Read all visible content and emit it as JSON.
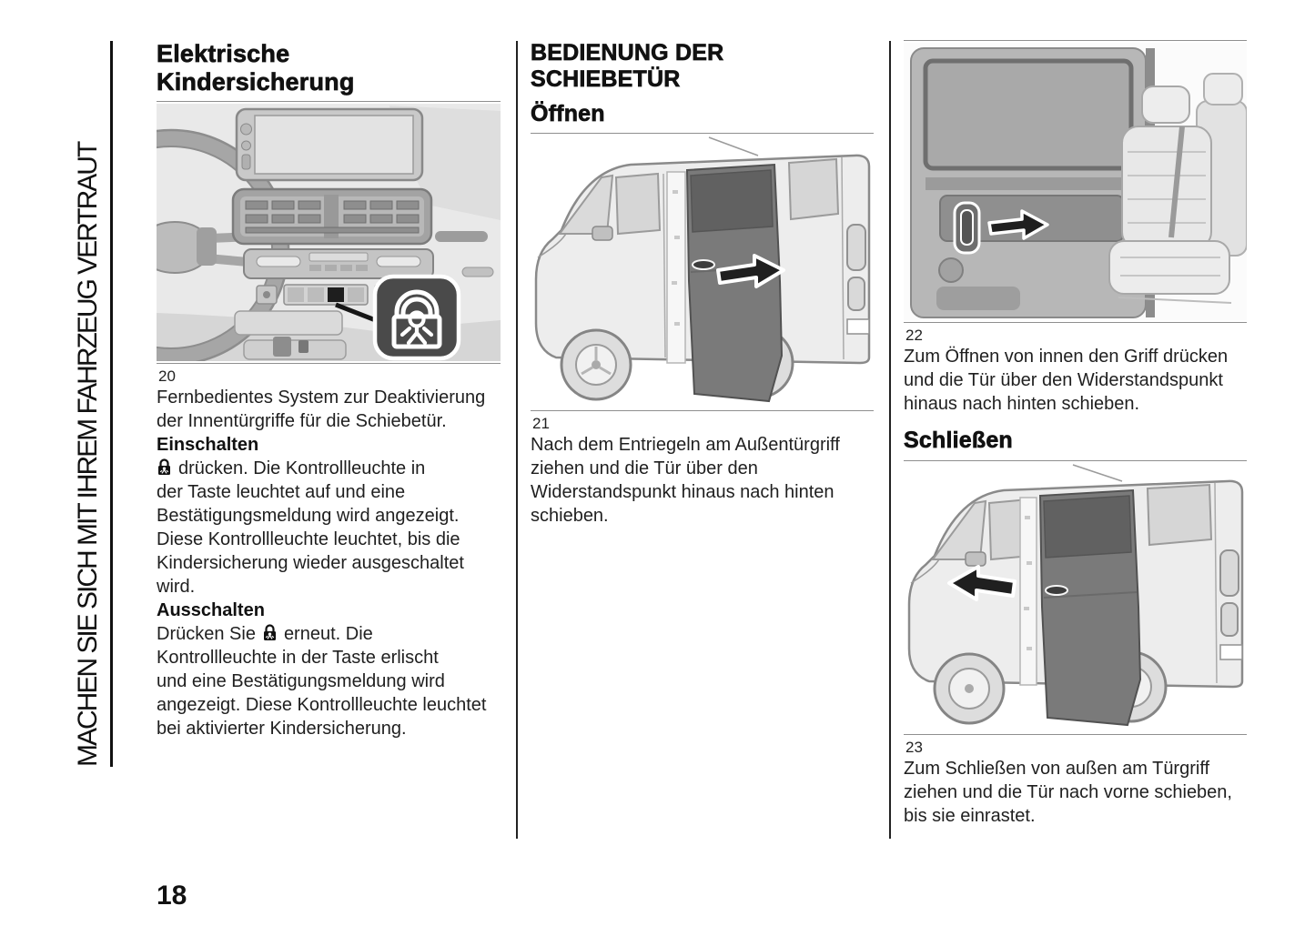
{
  "page": {
    "number": "18",
    "sidebar_title": "MACHEN SIE SICH MIT IHREM FAHRZEUG VERTRAUT"
  },
  "colors": {
    "text": "#1f1f1f",
    "figure_rule": "#8f8f8f",
    "callout_background": "#4a4a4a",
    "sliding_door": "#7a7a7a"
  },
  "icons": {
    "child_lock": "child-lock-icon",
    "open_direction_arrow": "arrow-rearward-icon",
    "close_direction_arrow": "arrow-forward-icon"
  },
  "col1": {
    "title": "Elektrische\nKindersicherung",
    "figure_label": "20",
    "intro": "Fernbedientes System zur Deaktivierung\nder Innentürgriffe für die Schiebetür.",
    "on_heading": "Einschalten",
    "on_text": "drücken. Die Kontrollleuchte in\nder Taste leuchtet auf und eine\nBestätigungsmeldung wird angezeigt.\nDiese Kontrollleuchte leuchtet, bis die\nKindersicherung wieder ausgeschaltet\nwird.",
    "off_heading": "Ausschalten",
    "off_text_pre": "Drücken Sie",
    "off_text_post": "erneut. Die\nKontrollleuchte in der Taste erlischt\nund eine Bestätigungsmeldung wird\nangezeigt. Diese Kontrollleuchte leuchtet\nbei aktivierter Kindersicherung."
  },
  "col2": {
    "title": "BEDIENUNG DER\nSCHIEBETÜR",
    "open_heading": "Öffnen",
    "figure_label": "21",
    "open_text": "Nach dem Entriegeln am Außentürgriff\nziehen und die Tür über den\nWiderstandspunkt hinaus nach hinten\nschieben."
  },
  "col3": {
    "figure_open_label": "22",
    "open_inside_text": "Zum Öffnen von innen den Griff drücken\nund die Tür über den Widerstandspunkt\nhinaus nach hinten schieben.",
    "close_heading": "Schließen",
    "figure_close_label": "23",
    "close_text": "Zum Schließen von außen am Türgriff\nziehen und die Tür nach vorne schieben,\nbis sie einrastet."
  }
}
